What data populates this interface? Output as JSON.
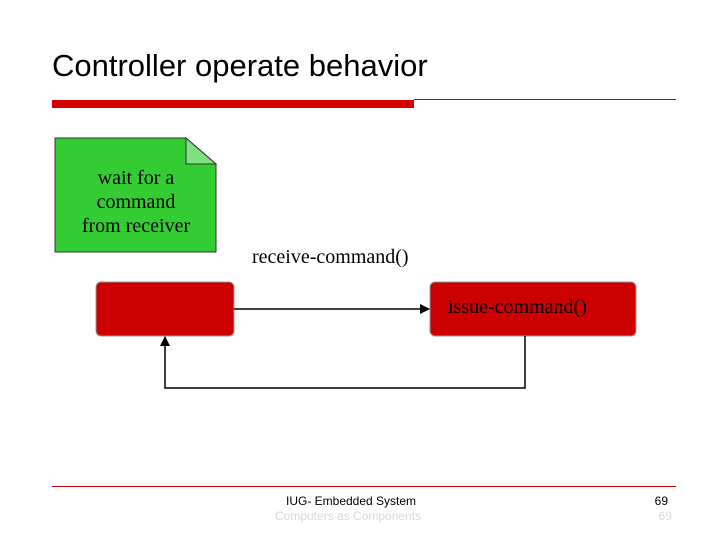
{
  "slide": {
    "title": "Controller operate behavior"
  },
  "diagram": {
    "note_lines": [
      "wait for a",
      "command",
      "from receiver"
    ],
    "transition_receive": "receive-command()",
    "transition_issue": "issue-command()",
    "colors": {
      "note_fill": "#33cc33",
      "state_fill": "#cc0000",
      "accent": "#d40000"
    }
  },
  "footer": {
    "course": "IUG- Embedded System",
    "book": "Computers as Components",
    "page": "69",
    "page_ghost": "69"
  }
}
